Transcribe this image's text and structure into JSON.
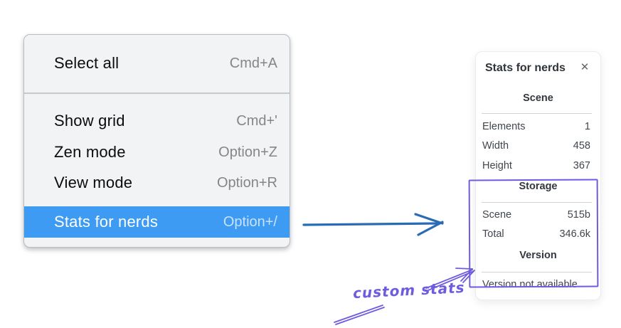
{
  "context_menu": {
    "items": [
      {
        "label": "Select all",
        "shortcut": "Cmd+A",
        "highlighted": false
      },
      {
        "label": "Show grid",
        "shortcut": "Cmd+'",
        "highlighted": false
      },
      {
        "label": "Zen mode",
        "shortcut": "Option+Z",
        "highlighted": false
      },
      {
        "label": "View mode",
        "shortcut": "Option+R",
        "highlighted": false
      },
      {
        "label": "Stats for nerds",
        "shortcut": "Option+/",
        "highlighted": true
      }
    ],
    "highlight_color": "#3e9bf4"
  },
  "stats_panel": {
    "title": "Stats for nerds",
    "close_icon": "✕",
    "scene_section": {
      "heading": "Scene",
      "rows": [
        {
          "label": "Elements",
          "value": "1"
        },
        {
          "label": "Width",
          "value": "458"
        },
        {
          "label": "Height",
          "value": "367"
        }
      ]
    },
    "storage_section": {
      "heading": "Storage",
      "rows": [
        {
          "label": "Scene",
          "value": "515b"
        },
        {
          "label": "Total",
          "value": "346.6k"
        }
      ]
    },
    "version_section": {
      "heading": "Version",
      "note": "Version not available"
    }
  },
  "annotation": {
    "label": "custom stats",
    "color": "#6d5ce0"
  },
  "pointer_arrow": {
    "color": "#2a6cb3"
  }
}
